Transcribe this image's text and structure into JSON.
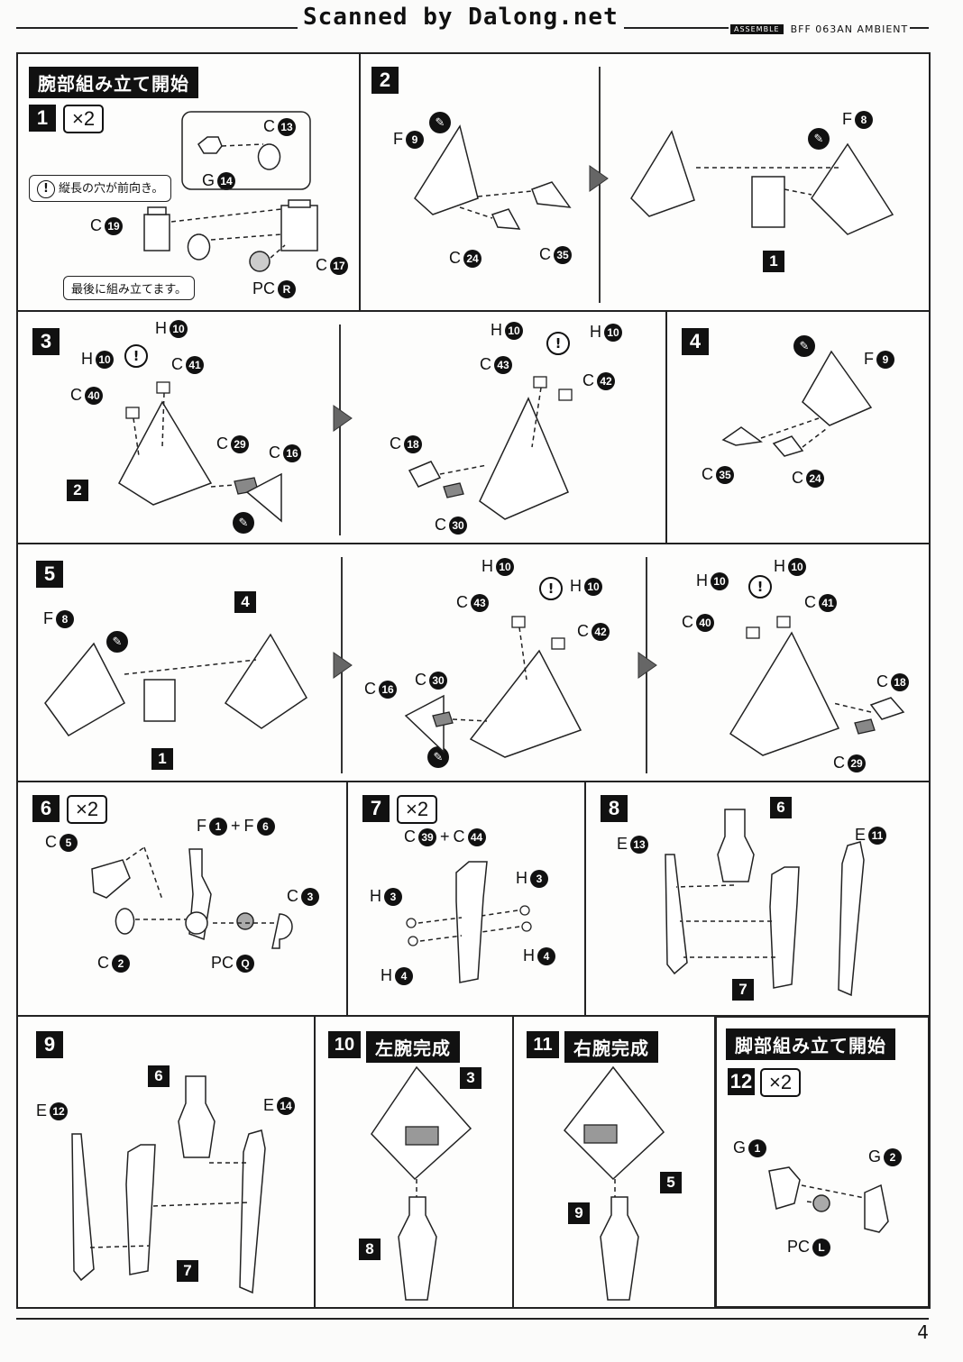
{
  "header": {
    "scanner": "Scanned by Dalong.net",
    "badge": "ASSEMBLE",
    "model": "BFF 063AN AMBIENT"
  },
  "page_number": "4",
  "p1": {
    "heading": "腕部組み立て開始",
    "step": "1",
    "mult": "×2",
    "note_front": "縦長の穴が前向き。",
    "note_last": "最後に組み立てます。",
    "parts": [
      {
        "l": "C",
        "n": "13"
      },
      {
        "l": "G",
        "n": "14"
      },
      {
        "l": "C",
        "n": "19"
      },
      {
        "l": "C",
        "n": "17"
      },
      {
        "l": "PC",
        "n": "R"
      }
    ],
    "warn": "!"
  },
  "p2": {
    "step": "2",
    "parts": [
      {
        "l": "F",
        "n": "9"
      },
      {
        "l": "C",
        "n": "24"
      },
      {
        "l": "C",
        "n": "35"
      },
      {
        "l": "F",
        "n": "8"
      }
    ],
    "ref": "1"
  },
  "p3": {
    "step": "3",
    "parts": [
      {
        "l": "H",
        "n": "10"
      },
      {
        "l": "H",
        "n": "10"
      },
      {
        "l": "C",
        "n": "41"
      },
      {
        "l": "C",
        "n": "40"
      },
      {
        "l": "C",
        "n": "29"
      },
      {
        "l": "C",
        "n": "16"
      },
      {
        "l": "H",
        "n": "10"
      },
      {
        "l": "H",
        "n": "10"
      },
      {
        "l": "C",
        "n": "43"
      },
      {
        "l": "C",
        "n": "42"
      },
      {
        "l": "C",
        "n": "18"
      },
      {
        "l": "C",
        "n": "30"
      }
    ],
    "ref": "2"
  },
  "p4": {
    "step": "4",
    "parts": [
      {
        "l": "F",
        "n": "9"
      },
      {
        "l": "C",
        "n": "35"
      },
      {
        "l": "C",
        "n": "24"
      }
    ]
  },
  "p5": {
    "step": "5",
    "parts": [
      {
        "l": "F",
        "n": "8"
      },
      {
        "l": "H",
        "n": "10"
      },
      {
        "l": "H",
        "n": "10"
      },
      {
        "l": "C",
        "n": "43"
      },
      {
        "l": "C",
        "n": "42"
      },
      {
        "l": "C",
        "n": "16"
      },
      {
        "l": "C",
        "n": "30"
      },
      {
        "l": "H",
        "n": "10"
      },
      {
        "l": "H",
        "n": "10"
      },
      {
        "l": "C",
        "n": "40"
      },
      {
        "l": "C",
        "n": "41"
      },
      {
        "l": "C",
        "n": "18"
      },
      {
        "l": "C",
        "n": "29"
      }
    ],
    "ref4": "4",
    "ref1": "1"
  },
  "p6": {
    "step": "6",
    "mult": "×2",
    "parts": [
      {
        "l": "C",
        "n": "5"
      },
      {
        "l": "F",
        "n": "1"
      },
      {
        "l": "F",
        "n": "6"
      },
      {
        "l": "C",
        "n": "3"
      },
      {
        "l": "C",
        "n": "2"
      },
      {
        "l": "PC",
        "n": "Q"
      }
    ],
    "plus": "+"
  },
  "p7": {
    "step": "7",
    "mult": "×2",
    "parts": [
      {
        "l": "C",
        "n": "39"
      },
      {
        "l": "C",
        "n": "44"
      },
      {
        "l": "H",
        "n": "3"
      },
      {
        "l": "H",
        "n": "3"
      },
      {
        "l": "H",
        "n": "4"
      },
      {
        "l": "H",
        "n": "4"
      }
    ],
    "plus": "+"
  },
  "p8": {
    "step": "8",
    "parts": [
      {
        "l": "E",
        "n": "13"
      },
      {
        "l": "E",
        "n": "11"
      }
    ],
    "ref6": "6",
    "ref7": "7"
  },
  "p9": {
    "step": "9",
    "parts": [
      {
        "l": "E",
        "n": "12"
      },
      {
        "l": "E",
        "n": "14"
      }
    ],
    "ref6": "6",
    "ref7": "7"
  },
  "p10": {
    "step": "10",
    "heading": "左腕完成",
    "ref3": "3",
    "ref8": "8"
  },
  "p11": {
    "step": "11",
    "heading": "右腕完成",
    "ref5": "5",
    "ref9": "9"
  },
  "p12": {
    "heading": "脚部組み立て開始",
    "step": "12",
    "mult": "×2",
    "parts": [
      {
        "l": "G",
        "n": "1"
      },
      {
        "l": "G",
        "n": "2"
      },
      {
        "l": "PC",
        "n": "L"
      }
    ]
  }
}
